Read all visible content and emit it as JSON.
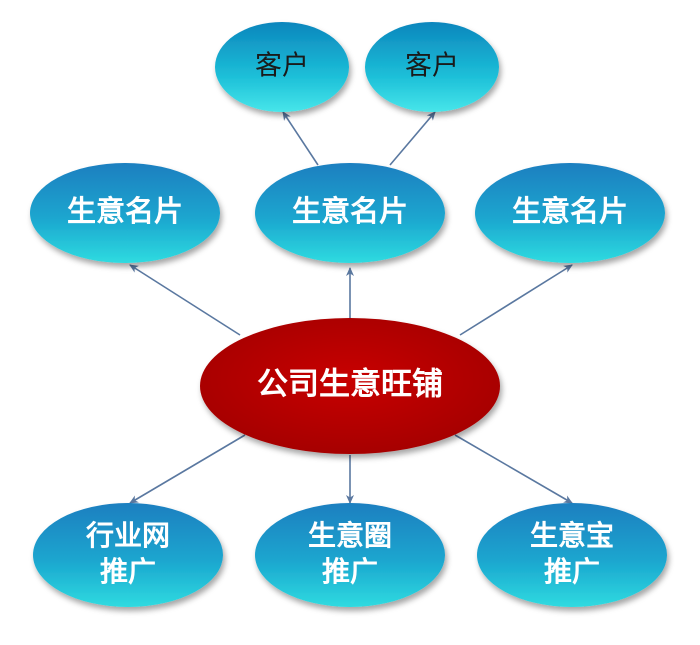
{
  "diagram": {
    "center": {
      "label": "公司生意旺铺"
    },
    "clients": [
      {
        "label": "客户"
      },
      {
        "label": "客户"
      }
    ],
    "cards": [
      {
        "label": "生意名片"
      },
      {
        "label": "生意名片"
      },
      {
        "label": "生意名片"
      }
    ],
    "promotions": [
      {
        "line1": "行业网",
        "line2": "推广"
      },
      {
        "line1": "生意圈",
        "line2": "推广"
      },
      {
        "line1": "生意宝",
        "line2": "推广"
      }
    ]
  },
  "colors": {
    "center_fill": "#b80000",
    "node_blue": "#1a85c4",
    "node_cyan": "#2ad0d6",
    "client_top": "#0f8fc0",
    "client_bottom": "#3fe0e6",
    "arrow": "#5a78a0"
  }
}
